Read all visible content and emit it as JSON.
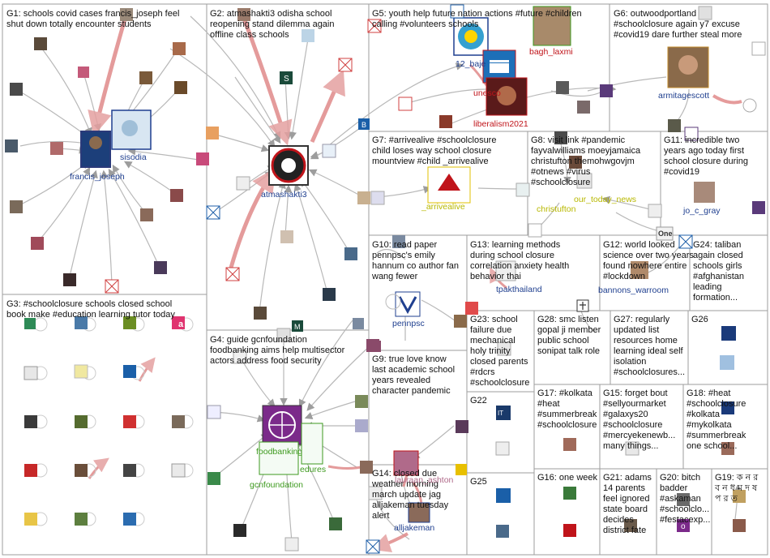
{
  "groups": [
    {
      "id": "G1",
      "lines": [
        "G1: schools covid cases francis_joseph feel",
        "shut down totally encounter students"
      ]
    },
    {
      "id": "G2",
      "lines": [
        "G2: atmashakti3 odisha school",
        "reopening stand dilemma again",
        "offline class schools"
      ]
    },
    {
      "id": "G3",
      "lines": [
        "G3: #schoolclosure schools closed school",
        "book make #education learning tutor today"
      ]
    },
    {
      "id": "G4",
      "lines": [
        "G4: guide gcnfoundation",
        "foodbanking aims help multisector",
        "actors address food security"
      ]
    },
    {
      "id": "G5",
      "lines": [
        "G5: youth help future nation actions #future #children",
        "calling #volunteers schools"
      ]
    },
    {
      "id": "G6",
      "lines": [
        "G6: outwoodportland",
        "#schoolclosure again y7 excuse",
        "#covid19 dare further steal more"
      ]
    },
    {
      "id": "G7",
      "lines": [
        "G7: #arrivealive #schoolclosure",
        "child loses way school closure",
        "mountview #child _arrivealive"
      ]
    },
    {
      "id": "G8",
      "lines": [
        "G8: visit link #pandemic",
        "fayvalwilliams moeyjamaica",
        "christufton themohwgovjm",
        "#otnews #virus",
        "#schoolclosure"
      ]
    },
    {
      "id": "G9",
      "lines": [
        "G9: true love know",
        "last academic school",
        "years revealed",
        "character pandemic"
      ]
    },
    {
      "id": "G10",
      "lines": [
        "G10: read paper",
        "pennpsc's emily",
        "hannum co author fan",
        "wang fewer"
      ]
    },
    {
      "id": "G11",
      "lines": [
        "G11: incredible two",
        "years ago today first",
        "school closure during",
        "#covid19"
      ]
    },
    {
      "id": "G12",
      "lines": [
        "G12: world looked",
        "science over two years",
        "found nowhere entire",
        "#lockdown"
      ]
    },
    {
      "id": "G13",
      "lines": [
        "G13: learning methods",
        "during school closure",
        "correlation anxiety health",
        "behavior thai"
      ]
    },
    {
      "id": "G14",
      "lines": [
        "G14: closed due",
        "weather morning",
        "march update jag",
        "alljakeman tuesday",
        "alert"
      ]
    },
    {
      "id": "G15",
      "lines": [
        "G15: forget bout",
        "#sellyourmarket",
        "#galaxys20",
        "#schoolclosure",
        "#mercyekenewb...",
        "many things..."
      ]
    },
    {
      "id": "G16",
      "lines": [
        "G16: one week"
      ]
    },
    {
      "id": "G17",
      "lines": [
        "G17: #kolkata",
        "#heat",
        "#summerbreak",
        "#schoolclosure"
      ]
    },
    {
      "id": "G18",
      "lines": [
        "G18: #heat",
        "#schoolclosure",
        "#kolkata",
        "#mykolkata",
        "#summerbreak",
        "one school..."
      ]
    },
    {
      "id": "G19",
      "lines": [
        "G19: ক ন র",
        "ব ন ধ ম দ ষ",
        "প র ত"
      ]
    },
    {
      "id": "G20",
      "lines": [
        "G20: bitch",
        "badder",
        "#askaman",
        "#schoolclo...",
        "#festacexp..."
      ]
    },
    {
      "id": "G21",
      "lines": [
        "G21: adams",
        "14 parents",
        "feel ignored",
        "state board",
        "decides",
        "district fate"
      ]
    },
    {
      "id": "G22",
      "lines": [
        "G22"
      ]
    },
    {
      "id": "G23",
      "lines": [
        "G23: school",
        "failure due",
        "mechanical",
        "holy trinity",
        "closed parents",
        "#rdcrs",
        "#schoolclosure"
      ]
    },
    {
      "id": "G24",
      "lines": [
        "G24: taliban",
        "again closed",
        "schools girls",
        "#afghanistan",
        "leading",
        "formation..."
      ]
    },
    {
      "id": "G25",
      "lines": [
        "G25"
      ]
    },
    {
      "id": "G26",
      "lines": [
        "G26"
      ]
    },
    {
      "id": "G27",
      "lines": [
        "G27: regularly",
        "updated list",
        "resources home",
        "learning ideal self",
        "isolation",
        "#schoolclosures..."
      ]
    },
    {
      "id": "G28",
      "lines": [
        "G28: smc listen",
        "gopal ji member",
        "public school",
        "sonipat talk role"
      ]
    }
  ],
  "labels": {
    "francis_joseph": "francis_joseph",
    "sisodia": "sisodia",
    "atmashakti3": "atmashakti3",
    "foodbanking": "foodbanking",
    "gcnfoundation": "gcnfoundation",
    "edures": "edures",
    "baje": "12_baje",
    "bagh_laxmi": "bagh_laxmi",
    "unesco": "unesco",
    "liberalism2021": "liberalism2021",
    "armitagescott": "armitagescott",
    "arrivealive": "_arrivealive",
    "christufton": "christufton",
    "our_today_news": "our_today_news",
    "jo_c_gray": "jo_c_gray",
    "pennpsc": "pennpsc",
    "tpakthailand": "tpakthailand",
    "bannons_warroom": "bannons_warroom",
    "alljakeman": "alljakeman",
    "lauraan_ashton": "lauraan_ashton"
  },
  "icons": {
    "s_badge": "S",
    "b_badge": "B",
    "m_badge": "M",
    "a_badge": "a",
    "one_badge": "One",
    "o_badge": "o",
    "it_badge": "IT"
  },
  "colors": {
    "edge_gray": "#b5b5b5",
    "edge_red": "#e08a8a",
    "grid": "#9e9e9e",
    "label_blue": "#1f3f8f",
    "label_red": "#c0141a",
    "label_green": "#3e9a1f",
    "label_yellow": "#b8b800"
  }
}
